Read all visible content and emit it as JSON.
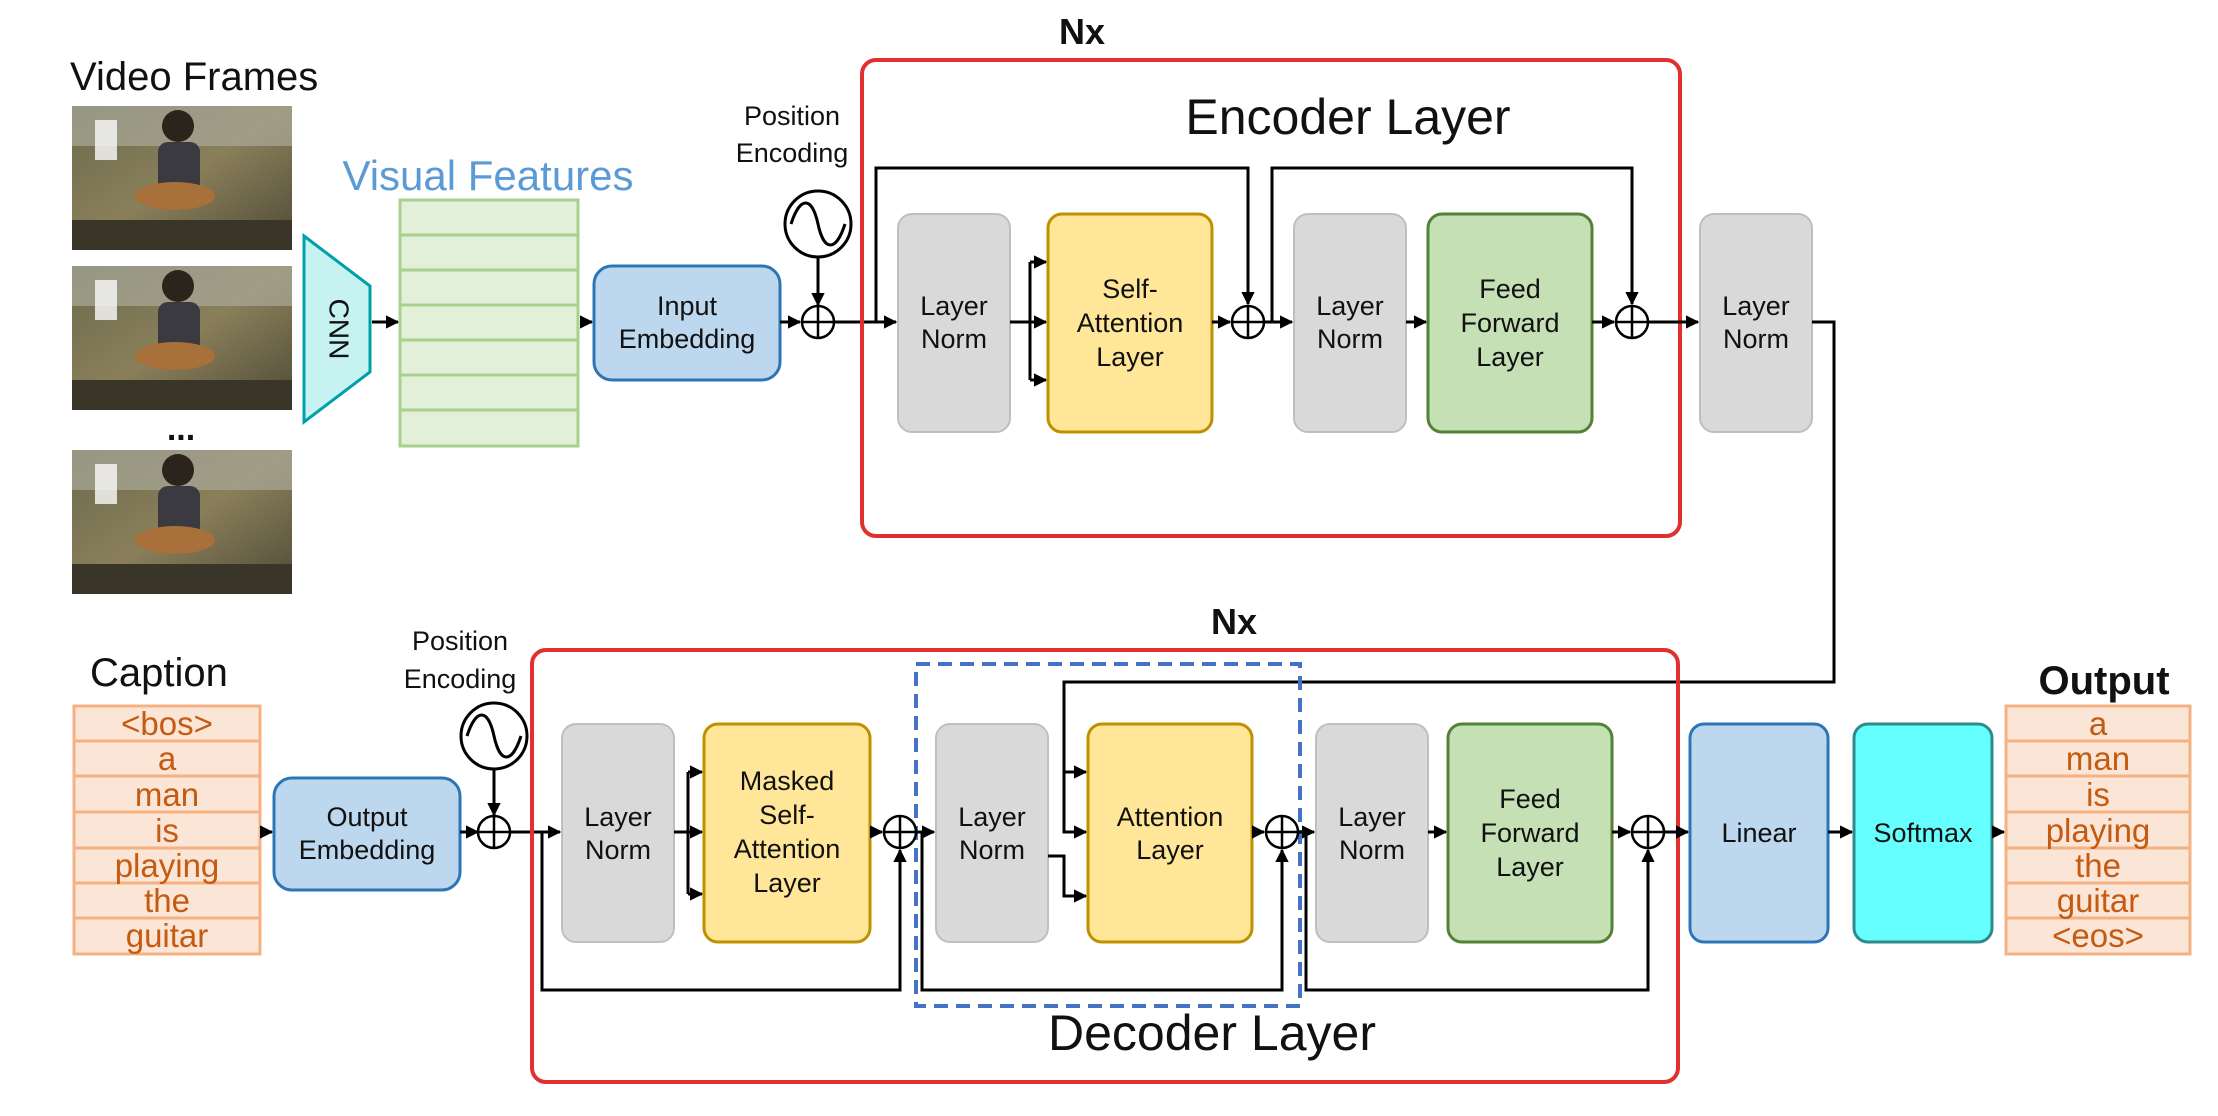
{
  "video_frames_title": "Video Frames",
  "ellipsis": "...",
  "cnn_label": "CNN",
  "visual_features_label": "Visual Features",
  "input_embedding": [
    "Input",
    "Embedding"
  ],
  "position_encoding": [
    "Position",
    "Encoding"
  ],
  "nx_label": "Nx",
  "encoder": {
    "title": "Encoder Layer",
    "layer_norm": [
      "Layer",
      "Norm"
    ],
    "self_attention": [
      "Self-",
      "Attention",
      "Layer"
    ],
    "feed_forward": [
      "Feed",
      "Forward",
      "Layer"
    ]
  },
  "final_layer_norm": [
    "Layer",
    "Norm"
  ],
  "caption_title": "Caption",
  "caption_words": [
    "<bos>",
    "a",
    "man",
    "is",
    "playing",
    "the",
    "guitar"
  ],
  "output_embedding": [
    "Output",
    "Embedding"
  ],
  "decoder": {
    "title": "Decoder Layer",
    "layer_norm": [
      "Layer",
      "Norm"
    ],
    "masked_self_attention": [
      "Masked",
      "Self-",
      "Attention",
      "Layer"
    ],
    "attention": [
      "Attention",
      "Layer"
    ],
    "feed_forward": [
      "Feed",
      "Forward",
      "Layer"
    ]
  },
  "linear_label": "Linear",
  "softmax_label": "Softmax",
  "output_title": "Output",
  "output_words": [
    "a",
    "man",
    "is",
    "playing",
    "the",
    "guitar",
    "<eos>"
  ],
  "colors": {
    "frame_border": "#e03030",
    "layer_norm_fill": "#d9d9d9",
    "attention_fill": "#ffe699",
    "attention_stroke": "#bf9000",
    "feed_forward_fill": "#c5e0b4",
    "feed_forward_stroke": "#548235",
    "embedding_fill": "#bdd7ee",
    "embedding_stroke": "#2e75b6",
    "softmax_fill": "#66ffff",
    "cnn_fill": "#c6f2f2",
    "cnn_stroke": "#00a0a8",
    "visual_features_color": "#5b9bd5",
    "word_box_fill": "#fbe5d6",
    "word_box_stroke": "#f4b183",
    "word_text": "#c55a11",
    "dashed_box": "#4472c4"
  }
}
